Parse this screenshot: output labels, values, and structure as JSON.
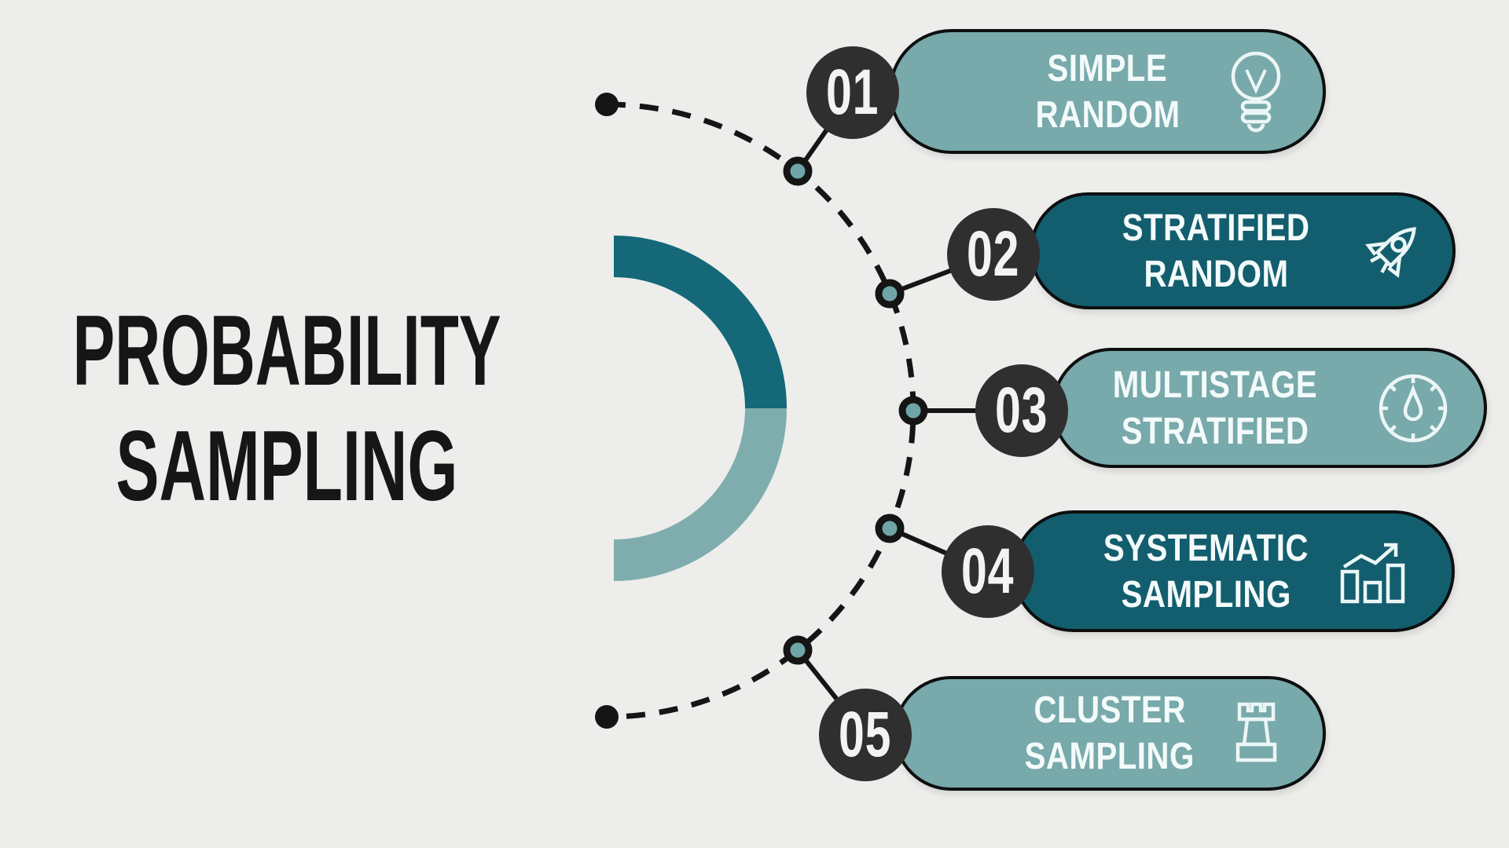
{
  "title": {
    "line1": "PROBABILITY",
    "line2": "SAMPLING"
  },
  "items": [
    {
      "number": "01",
      "label": [
        "SIMPLE",
        "RANDOM"
      ],
      "icon": "lightbulb-icon",
      "tone": "light"
    },
    {
      "number": "02",
      "label": [
        "STRATIFIED",
        "RANDOM"
      ],
      "icon": "rocket-icon",
      "tone": "dark"
    },
    {
      "number": "03",
      "label": [
        "MULTISTAGE",
        "STRATIFIED"
      ],
      "icon": "gauge-icon",
      "tone": "light"
    },
    {
      "number": "04",
      "label": [
        "SYSTEMATIC",
        "SAMPLING"
      ],
      "icon": "bar-chart-icon",
      "tone": "dark"
    },
    {
      "number": "05",
      "label": [
        "CLUSTER",
        "SAMPLING"
      ],
      "icon": "chess-rook-icon",
      "tone": "light"
    }
  ],
  "colors": {
    "background": "#ededeb",
    "pill_light_teal": "#78a9ab",
    "pill_dark_teal": "#135e6e",
    "ring_dark_teal": "#146878",
    "ring_light_teal": "#7fadae",
    "step_circle": "#2f2f2f",
    "line_black": "#151515",
    "pill_text": "#f3fafa",
    "title_text": "#161616"
  }
}
